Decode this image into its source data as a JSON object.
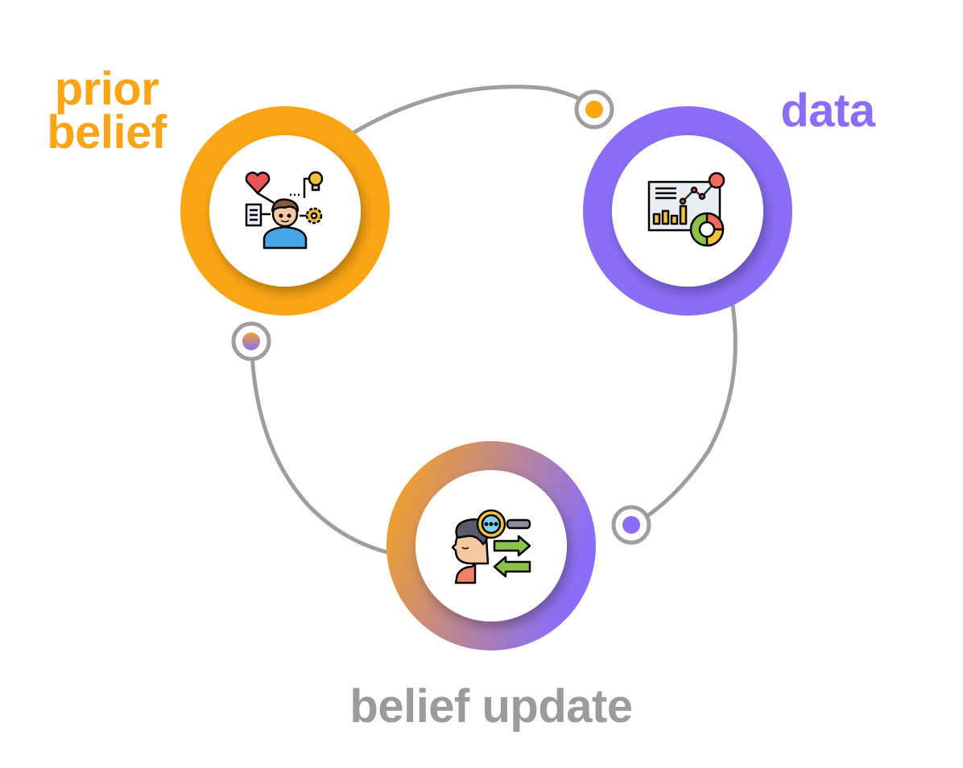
{
  "nodes": {
    "prior": {
      "label_line1": "prior",
      "label_line2": "belief",
      "icon": "person-thinking-icon"
    },
    "data": {
      "label": "data",
      "icon": "data-dashboard-icon"
    },
    "update": {
      "label": "belief update",
      "icon": "mind-exchange-icon"
    }
  },
  "colors": {
    "prior": "#FBA514",
    "data": "#8A6EF7",
    "update_text": "#9B9B9B",
    "connector": "#9E9E9E"
  }
}
